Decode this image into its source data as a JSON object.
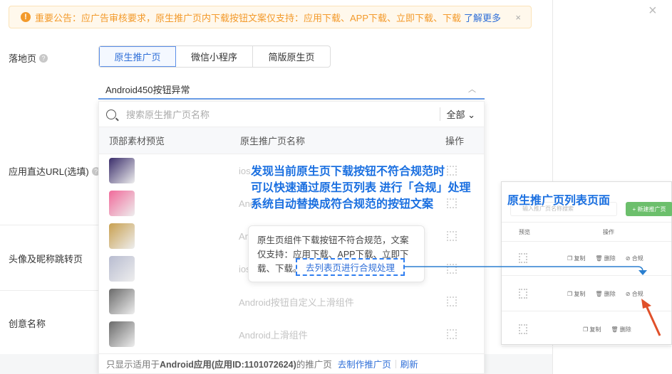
{
  "notice": {
    "icon": "exclamation-icon",
    "text": "重要公告：应广告审核要求，原生推广页内下载按钮文案仅支持：应用下载、APP下载、立即下载、下载",
    "link": "了解更多",
    "close": "×"
  },
  "panel_close": "×",
  "form": {
    "landing_label": "落地页",
    "tabs": [
      {
        "label": "原生推广页",
        "active": true
      },
      {
        "label": "微信小程序"
      },
      {
        "label": "简版原生页"
      }
    ],
    "selected": "Android450按钮异常",
    "app_url_label": "应用直达URL(选填)",
    "avatar_label": "头像及昵称跳转页",
    "creative_label": "创意名称"
  },
  "dropdown": {
    "search_placeholder": "搜索原生推广页名称",
    "filter": "全部",
    "columns": [
      "顶部素材预览",
      "原生推广页名称",
      "操作"
    ],
    "rows": [
      {
        "name": "ios",
        "thumb": "#3a2d6b"
      },
      {
        "name": "And",
        "thumb": "#f06a9a"
      },
      {
        "name": "And",
        "thumb": "#c8a050"
      },
      {
        "name": "ios",
        "thumb": "#b8bcd0"
      },
      {
        "name": "Android按钮自定义上滑组件",
        "thumb": "#6a6a6a"
      },
      {
        "name": "Android上滑组件",
        "thumb": "#6a6a6a"
      }
    ],
    "footer": {
      "prefix": "只显示适用于",
      "bold": "Android应用(应用ID:1101072624)",
      "suffix": "的推广页",
      "create_link": "去制作推广页",
      "refresh_link": "刷新"
    }
  },
  "annotation": [
    "发现当前原生页下载按钮不符合规范时",
    "可以快速通过原生页列表 进行「合规」处理",
    "系统自动替换成符合规范的按钮文案"
  ],
  "tooltip": {
    "text": "原生页组件下载按钮不符合规范，文案仅支持：应用下载、APP下载、立即下载、下载。",
    "link": "去列表页进行合规处理"
  },
  "mini_list": {
    "title": "原生推广页列表页面",
    "search_placeholder": "输入推广页名称搜索",
    "new_button": "+ 新建推广页",
    "columns": [
      "预览",
      "操作"
    ],
    "rows": [
      {
        "actions": [
          "复制",
          "删除",
          "合规"
        ]
      },
      {
        "actions": [
          "复制",
          "删除",
          "合规"
        ]
      },
      {
        "actions": [
          "复制",
          "删除"
        ]
      }
    ]
  },
  "colors": {
    "accent": "#2f6fd8",
    "annotation": "#1a6fe0",
    "warning": "#f39a2b",
    "arrow": "#e0502a",
    "create": "#6cbf6c"
  }
}
